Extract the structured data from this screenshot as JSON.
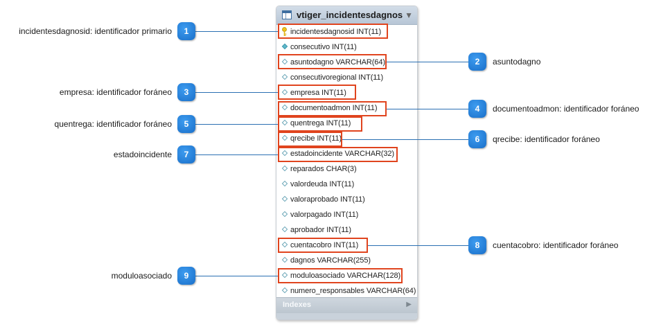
{
  "table": {
    "title": "vtiger_incidentesdagnos",
    "columns": [
      {
        "label": "incidentesdagnosid INT(11)",
        "icon": "primary-key-icon"
      },
      {
        "label": "consecutivo INT(11)",
        "icon": "filled-diamond-icon"
      },
      {
        "label": "asuntodagno VARCHAR(64)",
        "icon": "diamond-icon"
      },
      {
        "label": "consecutivoregional INT(11)",
        "icon": "diamond-icon"
      },
      {
        "label": "empresa INT(11)",
        "icon": "diamond-icon"
      },
      {
        "label": "documentoadmon INT(11)",
        "icon": "diamond-icon"
      },
      {
        "label": "quentrega INT(11)",
        "icon": "diamond-icon"
      },
      {
        "label": "qrecibe INT(11)",
        "icon": "diamond-icon"
      },
      {
        "label": "estadoincidente VARCHAR(32)",
        "icon": "diamond-icon"
      },
      {
        "label": "reparados CHAR(3)",
        "icon": "diamond-icon"
      },
      {
        "label": "valordeuda INT(11)",
        "icon": "diamond-icon"
      },
      {
        "label": "valoraprobado INT(11)",
        "icon": "diamond-icon"
      },
      {
        "label": "valorpagado INT(11)",
        "icon": "diamond-icon"
      },
      {
        "label": "aprobador INT(11)",
        "icon": "diamond-icon"
      },
      {
        "label": "cuentacobro INT(11)",
        "icon": "diamond-icon"
      },
      {
        "label": "dagnos VARCHAR(255)",
        "icon": "diamond-icon"
      },
      {
        "label": "moduloasociado VARCHAR(128)",
        "icon": "diamond-icon"
      },
      {
        "label": "numero_responsables VARCHAR(64)",
        "icon": "diamond-icon"
      }
    ],
    "indexes_label": "Indexes"
  },
  "callouts": [
    {
      "number": "1",
      "text": "incidentesdagnosid: identificador primario"
    },
    {
      "number": "2",
      "text": "asuntodagno"
    },
    {
      "number": "3",
      "text": "empresa: identificador foráneo"
    },
    {
      "number": "4",
      "text": "documentoadmon: identificador foráneo"
    },
    {
      "number": "5",
      "text": "quentrega: identificador foráneo"
    },
    {
      "number": "6",
      "text": "qrecibe: identificador foráneo"
    },
    {
      "number": "7",
      "text": "estadoincidente"
    },
    {
      "number": "8",
      "text": "cuentacobro: identificador foráneo"
    },
    {
      "number": "9",
      "text": "moduloasociado"
    }
  ],
  "colors": {
    "highlight": "#e0441e",
    "badge": "#1f7fd8",
    "connector": "#2a6fb2"
  }
}
